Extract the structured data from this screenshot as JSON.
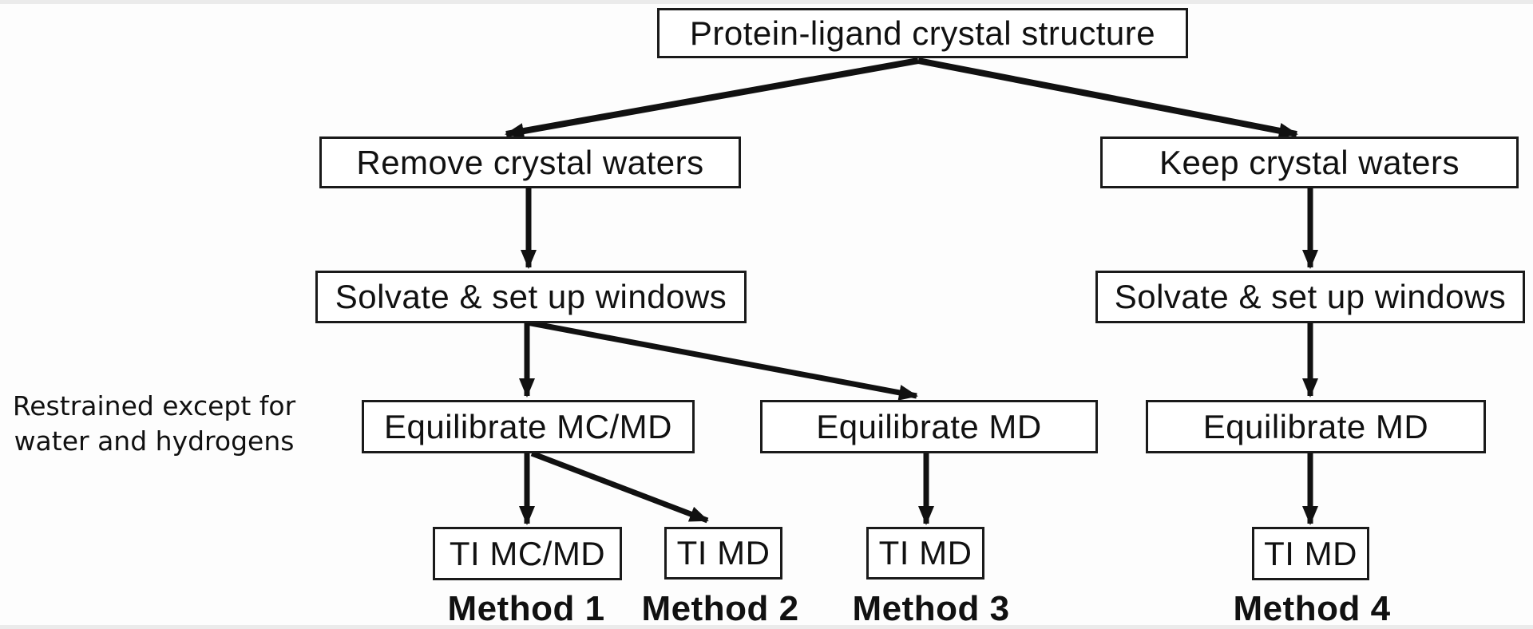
{
  "diagram": {
    "nodes": {
      "root": {
        "label": "Protein-ligand crystal structure"
      },
      "remove_waters": {
        "label": "Remove crystal waters"
      },
      "keep_waters": {
        "label": "Keep crystal waters"
      },
      "solvate_left": {
        "label": "Solvate & set up windows"
      },
      "solvate_right": {
        "label": "Solvate & set up windows"
      },
      "equilibrate_mcmd": {
        "label": "Equilibrate MC/MD"
      },
      "equilibrate_md_middle": {
        "label": "Equilibrate MD"
      },
      "equilibrate_md_right": {
        "label": "Equilibrate MD"
      },
      "ti_mcmd": {
        "label": "TI MC/MD"
      },
      "ti_md_method2": {
        "label": "TI MD"
      },
      "ti_md_method3": {
        "label": "TI MD"
      },
      "ti_md_method4": {
        "label": "TI MD"
      }
    },
    "annotation": {
      "line1": "Restrained except for",
      "line2": "water and hydrogens"
    },
    "methods": {
      "method1": "Method 1",
      "method2": "Method 2",
      "method3": "Method 3",
      "method4": "Method 4"
    },
    "edges": [
      {
        "from": "root",
        "to": "remove_waters"
      },
      {
        "from": "root",
        "to": "keep_waters"
      },
      {
        "from": "remove_waters",
        "to": "solvate_left"
      },
      {
        "from": "keep_waters",
        "to": "solvate_right"
      },
      {
        "from": "solvate_left",
        "to": "equilibrate_mcmd"
      },
      {
        "from": "solvate_left",
        "to": "equilibrate_md_middle"
      },
      {
        "from": "solvate_right",
        "to": "equilibrate_md_right"
      },
      {
        "from": "equilibrate_mcmd",
        "to": "ti_mcmd"
      },
      {
        "from": "equilibrate_mcmd",
        "to": "ti_md_method2"
      },
      {
        "from": "equilibrate_md_middle",
        "to": "ti_md_method3"
      },
      {
        "from": "equilibrate_md_right",
        "to": "ti_md_method4"
      }
    ],
    "colors": {
      "background": "#ffffff",
      "box_fill": "#ffffff",
      "box_border": "#1a1a1a",
      "text": "#111111",
      "arrow": "#111111"
    }
  }
}
